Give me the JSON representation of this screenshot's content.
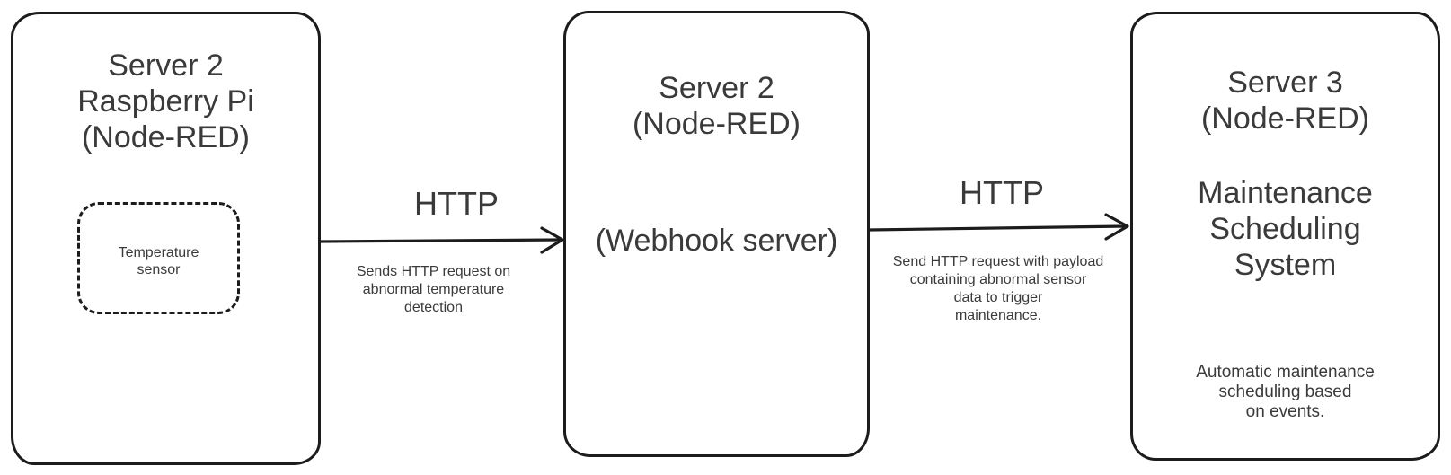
{
  "diagram": {
    "colors": {
      "stroke": "#1c1c1c",
      "text": "#3a3a3a",
      "background": "#ffffff"
    },
    "nodes": [
      {
        "name": "server2-raspberry-pi",
        "title_lines": [
          "Server 2",
          "Raspberry Pi",
          "(Node-RED)"
        ],
        "sensor_label_lines": [
          "Temperature",
          "sensor"
        ]
      },
      {
        "name": "server2-webhook",
        "title_lines": [
          "Server 2",
          "(Node-RED)"
        ],
        "subtitle": "(Webhook server)"
      },
      {
        "name": "server3-maintenance",
        "title_lines": [
          "Server 3",
          "(Node-RED)"
        ],
        "system_lines": [
          "Maintenance",
          "Scheduling",
          "System"
        ],
        "note_lines": [
          "Automatic maintenance",
          "scheduling based",
          "on events."
        ]
      }
    ],
    "edges": [
      {
        "name": "pi-to-webhook",
        "protocol_label": "HTTP",
        "note_lines": [
          "Sends HTTP request on",
          "abnormal temperature",
          "detection"
        ]
      },
      {
        "name": "webhook-to-maintenance",
        "protocol_label": "HTTP",
        "note_lines": [
          "Send HTTP request with payload",
          "containing abnormal sensor",
          "data to trigger",
          "maintenance."
        ]
      }
    ]
  }
}
